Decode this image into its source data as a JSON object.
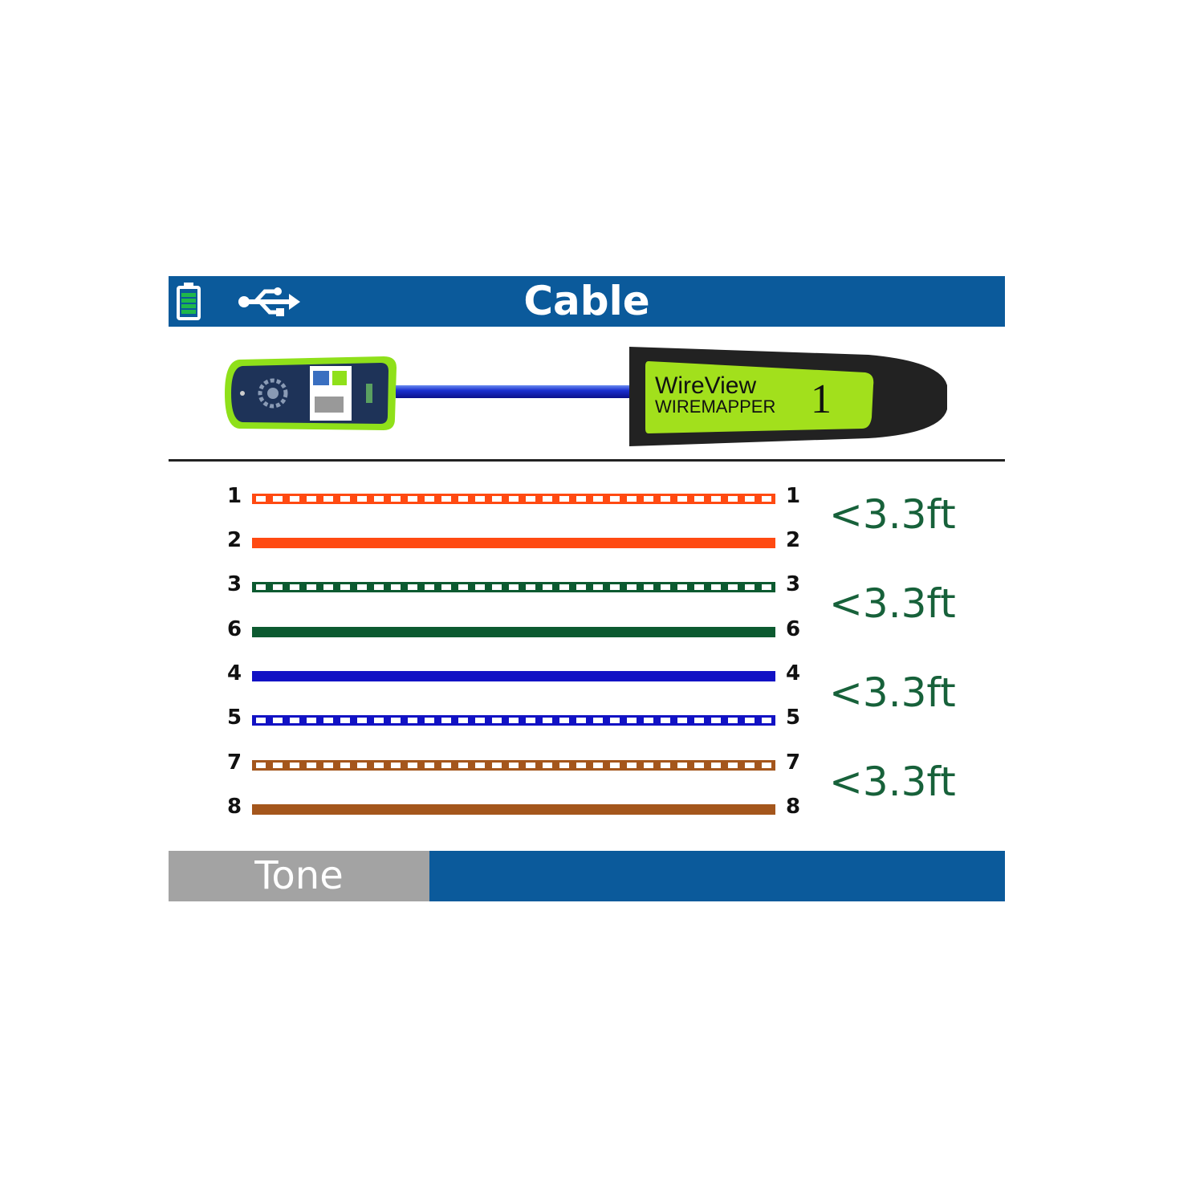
{
  "header": {
    "title": "Cable",
    "icons": [
      "battery-icon",
      "usb-icon"
    ]
  },
  "remote": {
    "brand": "WireView",
    "model": "WIREMAPPER",
    "id": "1"
  },
  "wires": [
    {
      "left": "1",
      "right": "1",
      "color": "#ff4a12",
      "striped": true
    },
    {
      "left": "2",
      "right": "2",
      "color": "#ff4a12",
      "striped": false
    },
    {
      "left": "3",
      "right": "3",
      "color": "#0c5a30",
      "striped": true
    },
    {
      "left": "6",
      "right": "6",
      "color": "#0c5a30",
      "striped": false
    },
    {
      "left": "4",
      "right": "4",
      "color": "#1212c4",
      "striped": false
    },
    {
      "left": "5",
      "right": "5",
      "color": "#1212c4",
      "striped": true
    },
    {
      "left": "7",
      "right": "7",
      "color": "#a4561c",
      "striped": true
    },
    {
      "left": "8",
      "right": "8",
      "color": "#a4561c",
      "striped": false
    }
  ],
  "pair_lengths": [
    "<3.3ft",
    "<3.3ft",
    "<3.3ft",
    "<3.3ft"
  ],
  "footer": {
    "tone_label": "Tone"
  }
}
